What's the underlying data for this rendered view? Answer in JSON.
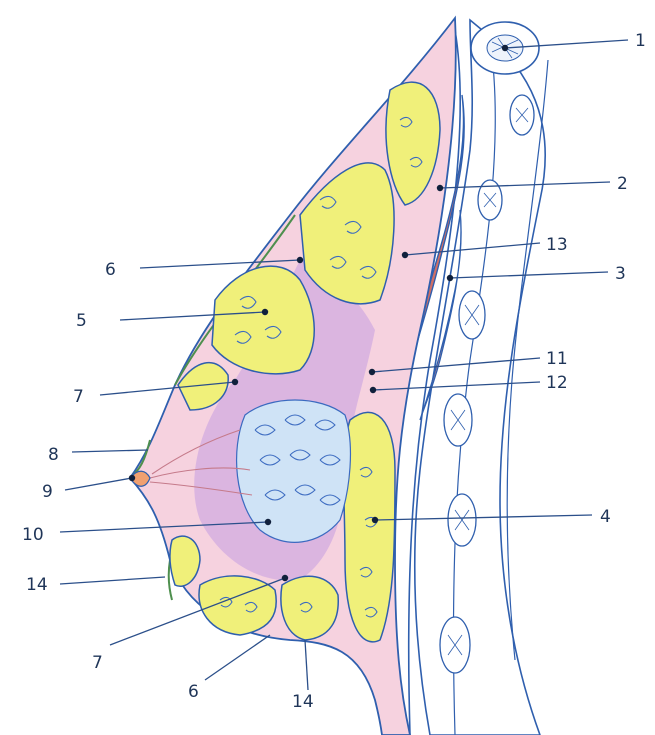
{
  "colors": {
    "background": "#ffffff",
    "outline_blue": "#2f5fae",
    "fat_yellow": "#f0f07a",
    "fat_lobule_swirl": "#3b6ac0",
    "gland_blue": "#b8d7f2",
    "stroma_pink": "#f2c6d6",
    "stroma_purple": "#c99ad8",
    "muscle_red": "#cf6f66",
    "skin_line": "#4e8f4e",
    "nipple_orange": "#f1a070",
    "leader_line": "#2b4f8a"
  },
  "labels": [
    {
      "id": "1",
      "text": "1"
    },
    {
      "id": "2",
      "text": "2"
    },
    {
      "id": "13",
      "text": "13"
    },
    {
      "id": "3",
      "text": "3"
    },
    {
      "id": "6a",
      "text": "6"
    },
    {
      "id": "5",
      "text": "5"
    },
    {
      "id": "11",
      "text": "11"
    },
    {
      "id": "12",
      "text": "12"
    },
    {
      "id": "7a",
      "text": "7"
    },
    {
      "id": "8",
      "text": "8"
    },
    {
      "id": "9",
      "text": "9"
    },
    {
      "id": "4",
      "text": "4"
    },
    {
      "id": "10",
      "text": "10"
    },
    {
      "id": "14a",
      "text": "14"
    },
    {
      "id": "7b",
      "text": "7"
    },
    {
      "id": "6b",
      "text": "6"
    },
    {
      "id": "14b",
      "text": "14"
    }
  ]
}
